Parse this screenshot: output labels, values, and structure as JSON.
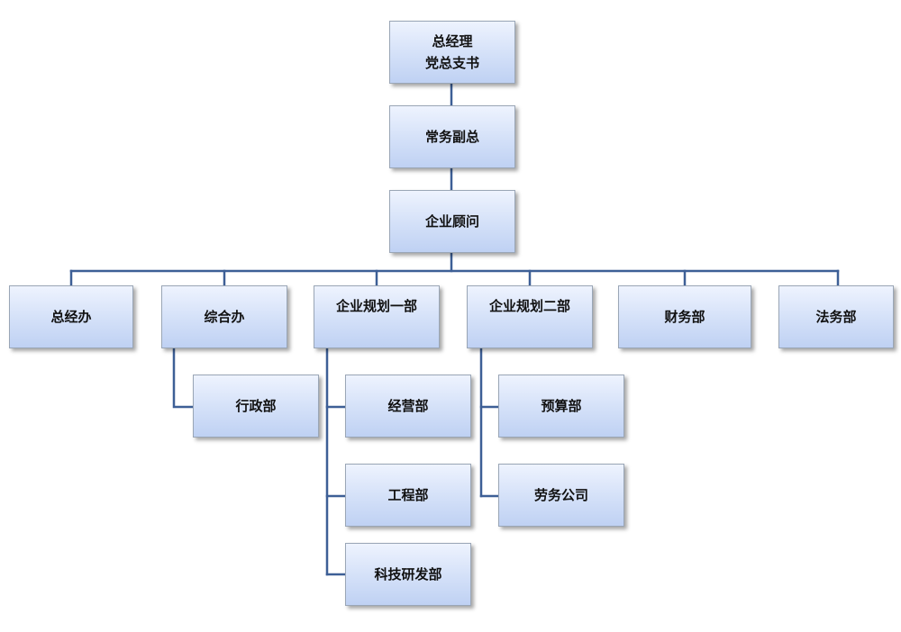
{
  "theme": {
    "box_fill": "#d3e0f8",
    "box_border": "#9aa6b6",
    "connector": "#3d5f96",
    "text": "#111111"
  },
  "nodes": {
    "gm": [
      "总经理",
      "党总支书"
    ],
    "exec_deputy": "常务副总",
    "advisor": "企业顾问",
    "gm_office": "总经办",
    "general_office": "综合办",
    "planning_1": "企业规划一部",
    "planning_2": "企业规划二部",
    "finance": "财务部",
    "legal": "法务部",
    "admin": "行政部",
    "operations": "经营部",
    "engineering": "工程部",
    "rnd": "科技研发部",
    "budget": "预算部",
    "labor_company": "劳务公司"
  }
}
